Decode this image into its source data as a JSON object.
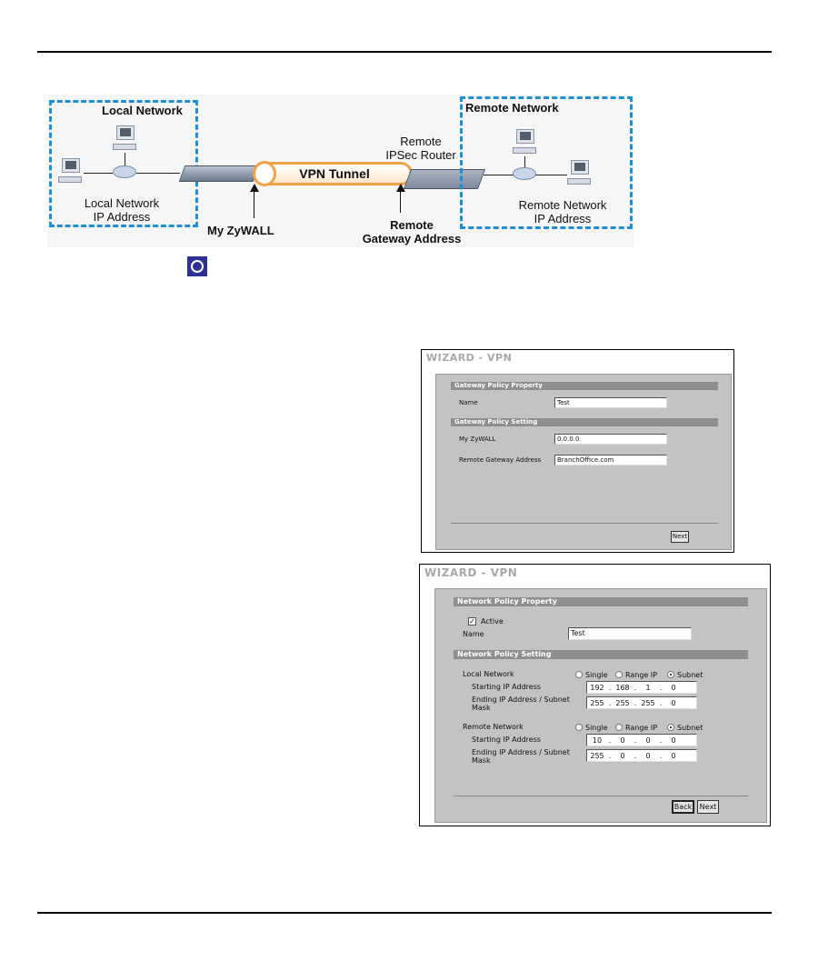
{
  "diagram": {
    "local_network_title": "Local Network",
    "local_network_ip_line1": "Local Network",
    "local_network_ip_line2": "IP Address",
    "my_zywall": "My ZyWALL",
    "vpn_tunnel": "VPN Tunnel",
    "remote_router_line1": "Remote",
    "remote_router_line2": "IPSec Router",
    "remote_gateway_line1": "Remote",
    "remote_gateway_line2": "Gateway Address",
    "remote_network_title": "Remote Network",
    "remote_network_ip_line1": "Remote Network",
    "remote_network_ip_line2": "IP Address",
    "colors": {
      "network_border": "#1f8fd1",
      "tunnel": "#f0a14a"
    }
  },
  "inline_icon": {
    "name": "wizard-icon",
    "color": "#2e3192"
  },
  "wizard_gateway": {
    "title": "WIZARD - VPN",
    "section_property": "Gateway Policy Property",
    "name_label": "Name",
    "name_value": "Test",
    "section_setting": "Gateway Policy Setting",
    "my_zywall_label": "My ZyWALL",
    "my_zywall_value": "0.0.0.0",
    "remote_gateway_label": "Remote Gateway Address",
    "remote_gateway_value": "BranchOffice.com",
    "next_label": "Next"
  },
  "wizard_network": {
    "title": "WIZARD - VPN",
    "section_property": "Network Policy Property",
    "active_label": "Active",
    "active_checked": true,
    "name_label": "Name",
    "name_value": "Test",
    "section_setting": "Network Policy Setting",
    "radio_single": "Single",
    "radio_range": "Range IP",
    "radio_subnet": "Subnet",
    "local": {
      "label": "Local Network",
      "selected": "Subnet",
      "start_label": "Starting IP Address",
      "start_ip": [
        "192",
        "168",
        "1",
        "0"
      ],
      "end_label_line1": "Ending IP Address / Subnet",
      "end_label_line2": "Mask",
      "end_ip": [
        "255",
        "255",
        "255",
        "0"
      ]
    },
    "remote": {
      "label": "Remote Network",
      "selected": "Subnet",
      "start_label": "Starting IP Address",
      "start_ip": [
        "10",
        "0",
        "0",
        "0"
      ],
      "end_label_line1": "Ending IP Address / Subnet",
      "end_label_line2": "Mask",
      "end_ip": [
        "255",
        "0",
        "0",
        "0"
      ]
    },
    "back_label": "Back",
    "next_label": "Next"
  }
}
